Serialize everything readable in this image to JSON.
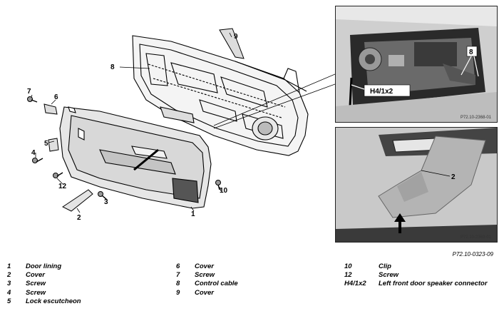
{
  "diagram": {
    "callouts": {
      "c1": "1",
      "c2": "2",
      "c3": "3",
      "c4": "4",
      "c5": "5",
      "c6": "6",
      "c7": "7",
      "c8": "8",
      "c9": "9",
      "c10": "10",
      "c12": "12"
    },
    "photo_top": {
      "label_8": "8",
      "label_connector": "H4/1x2",
      "code": "P72.10-2368-01"
    },
    "photo_bottom": {
      "label_2": "2",
      "code": "P72.10-2369-01"
    },
    "figure_ref": "P72.10-0323-09"
  },
  "legend": {
    "col1": [
      {
        "num": "1",
        "text": "Door lining"
      },
      {
        "num": "2",
        "text": "Cover"
      },
      {
        "num": "3",
        "text": "Screw"
      },
      {
        "num": "4",
        "text": "Screw"
      },
      {
        "num": "5",
        "text": "Lock escutcheon"
      }
    ],
    "col2": [
      {
        "num": "6",
        "text": "Cover"
      },
      {
        "num": "7",
        "text": "Screw"
      },
      {
        "num": "8",
        "text": "Control cable"
      },
      {
        "num": "9",
        "text": "Cover"
      }
    ],
    "col3": [
      {
        "num": "10",
        "text": "Clip"
      },
      {
        "num": "12",
        "text": "Screw"
      },
      {
        "num": "H4/1x2",
        "text": "Left front door speaker connector"
      }
    ]
  }
}
